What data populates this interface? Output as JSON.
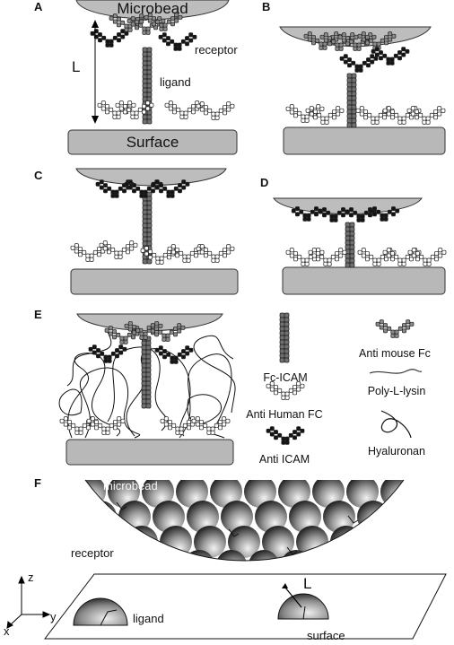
{
  "panels": {
    "a": {
      "letter": "A",
      "microbead": "Microbead",
      "receptor": "receptor",
      "L": "L",
      "ligand": "ligand",
      "surface": "Surface"
    },
    "b": {
      "letter": "B"
    },
    "c": {
      "letter": "C"
    },
    "d": {
      "letter": "D"
    },
    "e": {
      "letter": "E"
    },
    "f": {
      "letter": "F",
      "microbead": "microbead",
      "receptor": "receptor",
      "ligand": "ligand",
      "surface": "surface",
      "L": "L"
    }
  },
  "legend": {
    "fc_icam": "Fc-ICAM",
    "anti_mouse_fc": "Anti mouse Fc",
    "anti_human_fc": "Anti Human FC",
    "poly_l_lysin": "Poly-L-lysin",
    "anti_icam": "Anti ICAM",
    "hyaluronan": "Hyaluronan"
  },
  "axes": {
    "z": "z",
    "y": "y",
    "x": "x"
  },
  "colors": {
    "bead": "#bdbdbd",
    "surface_fill": "#b8b8b8",
    "fc_icam": "#707070",
    "anti_mouse_fc": "#8a8a8a",
    "anti_icam": "#141414",
    "anti_human_fc": "#ffffff"
  }
}
